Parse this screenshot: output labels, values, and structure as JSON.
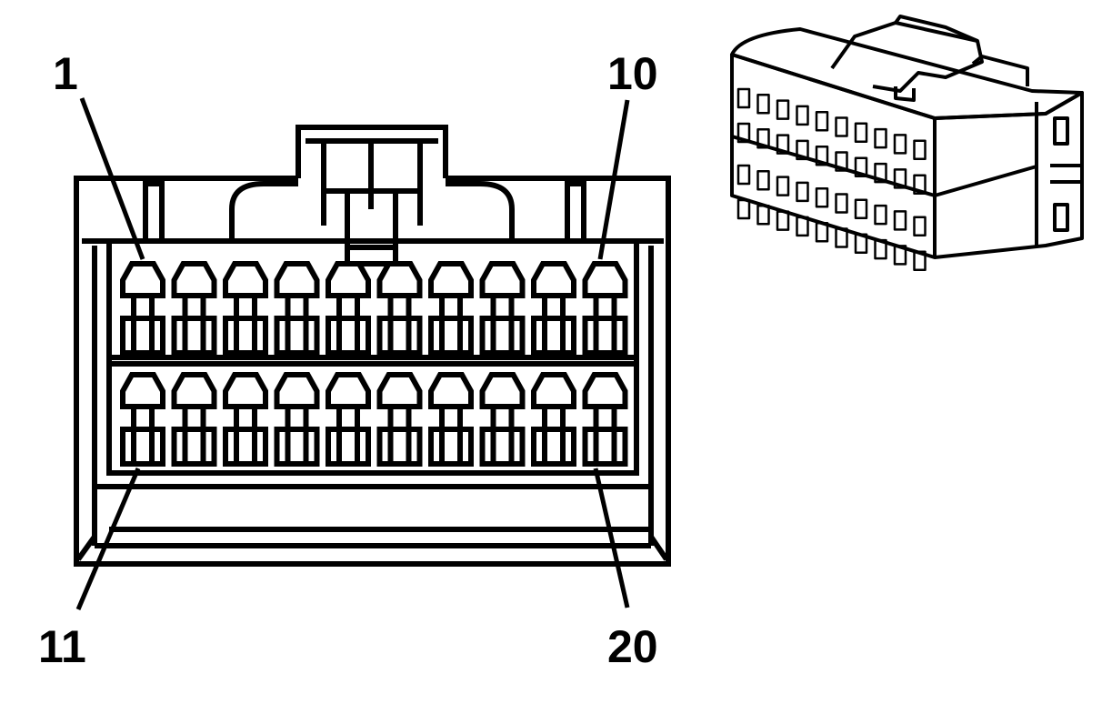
{
  "diagram": {
    "labels": {
      "pin_first_top": "1",
      "pin_last_top": "10",
      "pin_first_bottom": "11",
      "pin_last_bottom": "20"
    },
    "rows": [
      {
        "name": "top",
        "first_pin": 1,
        "last_pin": 10,
        "count": 10
      },
      {
        "name": "bottom",
        "first_pin": 11,
        "last_pin": 20,
        "count": 10
      }
    ]
  }
}
